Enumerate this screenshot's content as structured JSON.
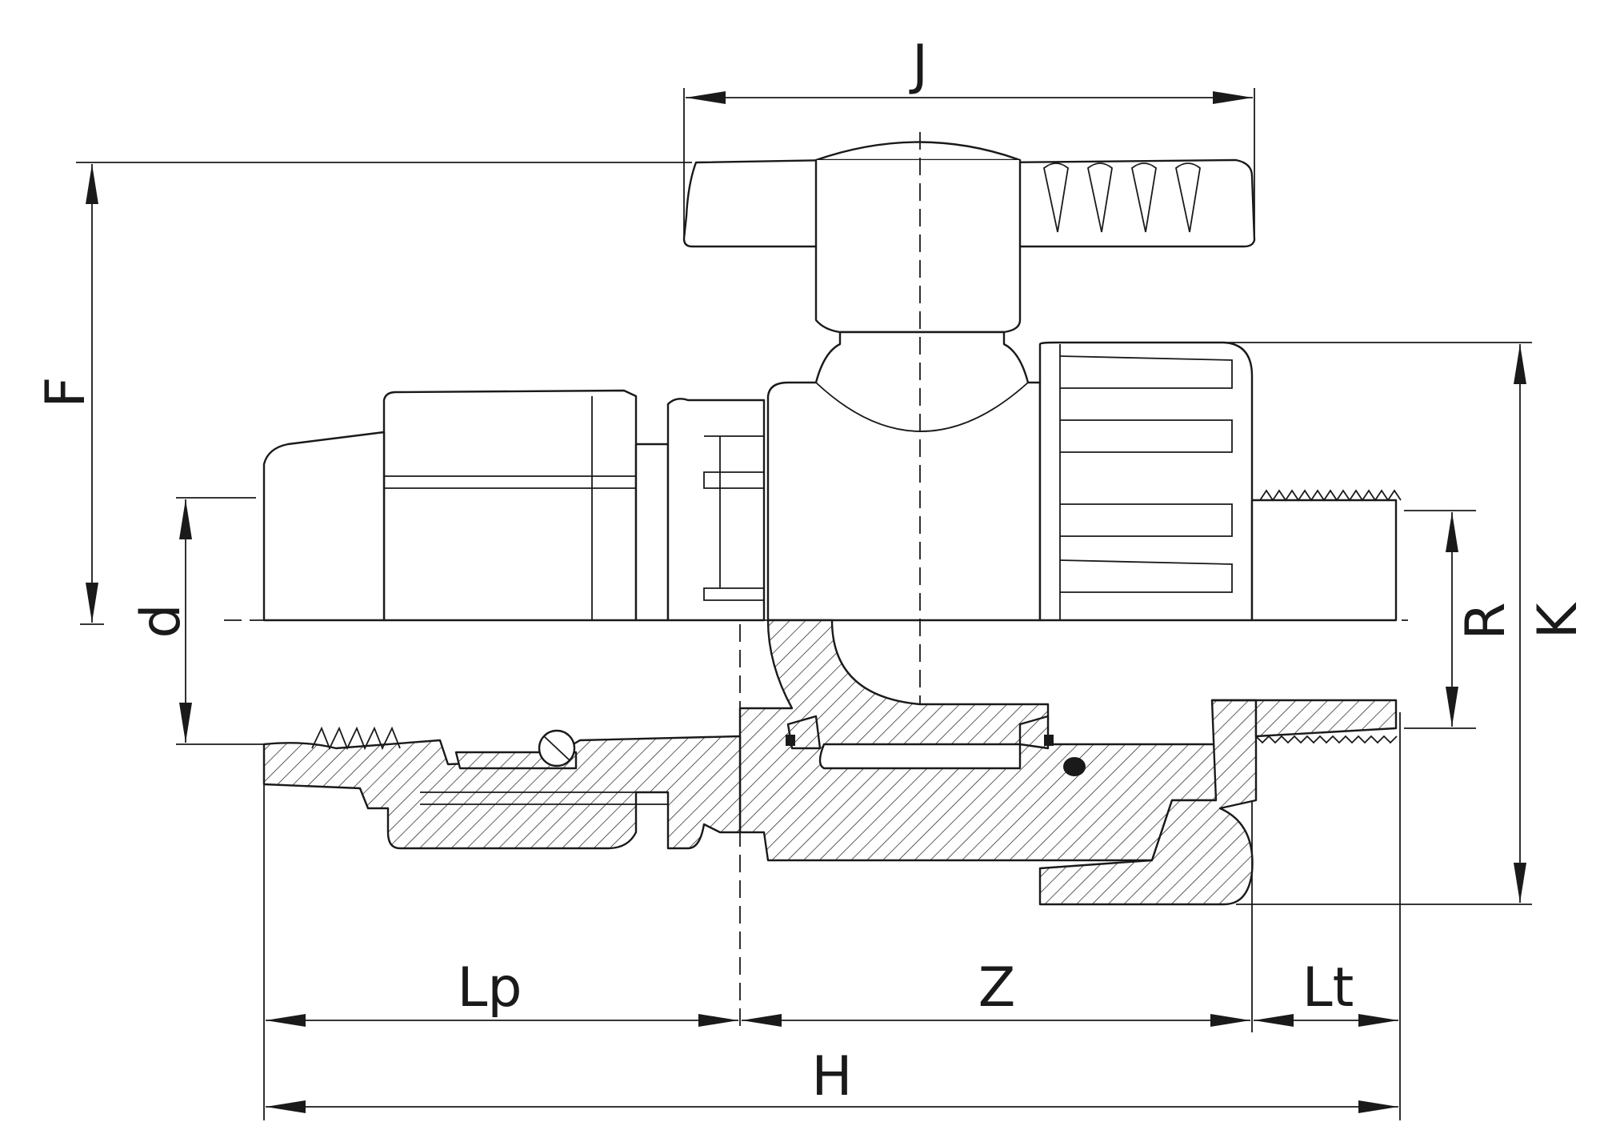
{
  "dimensions": {
    "J": "J",
    "F": "F",
    "d": "d",
    "R": "R",
    "K": "K",
    "Lp": "Lp",
    "Z": "Z",
    "Lt": "Lt",
    "H": "H"
  },
  "colors": {
    "line": "#1a1a1a",
    "background": "#ffffff"
  }
}
